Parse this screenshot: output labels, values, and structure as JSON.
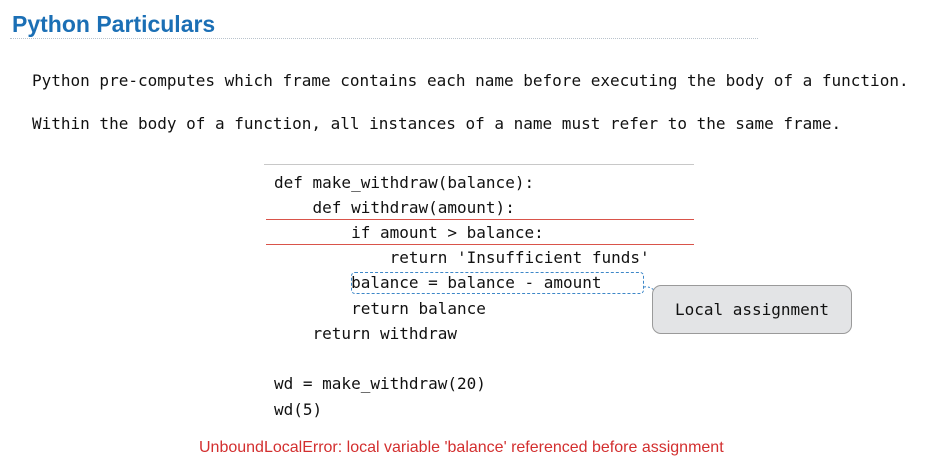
{
  "slide": {
    "title": "Python Particulars",
    "paragraphs": [
      "Python pre-computes which frame contains each name before executing the body of a function.",
      "Within the body of a function, all instances of a name must refer to the same frame."
    ]
  },
  "code": {
    "lines": [
      "def make_withdraw(balance):",
      "    def withdraw(amount):",
      "        if amount > balance:",
      "            return 'Insufficient funds'",
      "        balance = balance - amount",
      "        return balance",
      "    return withdraw",
      "",
      "wd = make_withdraw(20)",
      "wd(5)"
    ]
  },
  "callout": {
    "label": "Local assignment"
  },
  "error": {
    "message": "UnboundLocalError: local variable 'balance' referenced before assignment"
  },
  "colors": {
    "title": "#1b6fb5",
    "highlight_rule": "#d9534a",
    "highlight_box": "#3d87c8",
    "error": "#d32f2f",
    "callout_bg": "#e3e4e6"
  }
}
